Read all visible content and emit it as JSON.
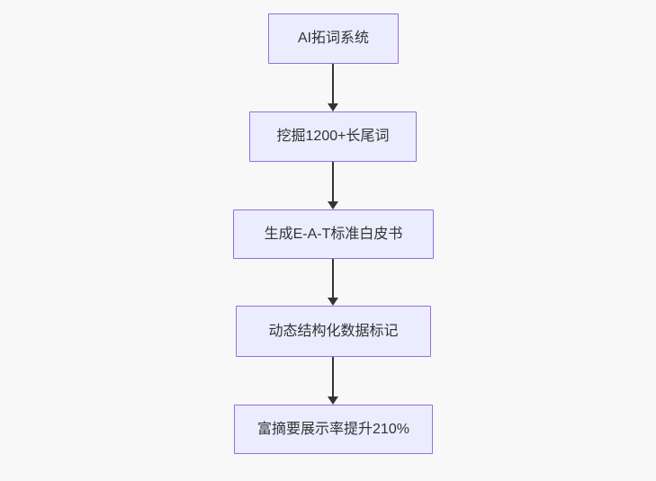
{
  "flowchart": {
    "type": "flowchart-vertical",
    "nodes": [
      {
        "id": "step-1",
        "label": "AI拓词系统"
      },
      {
        "id": "step-2",
        "label": "挖掘1200+长尾词"
      },
      {
        "id": "step-3",
        "label": "生成E-A-T标准白皮书"
      },
      {
        "id": "step-4",
        "label": "动态结构化数据标记"
      },
      {
        "id": "step-5",
        "label": "富摘要展示率提升210%"
      }
    ],
    "edges": [
      {
        "from": "step-1",
        "to": "step-2"
      },
      {
        "from": "step-2",
        "to": "step-3"
      },
      {
        "from": "step-3",
        "to": "step-4"
      },
      {
        "from": "step-4",
        "to": "step-5"
      }
    ],
    "colors": {
      "background": "#f8f8f8",
      "node_fill": "#ececff",
      "node_border": "#9370db",
      "node_text": "#333333",
      "edge_color": "#333333"
    }
  }
}
